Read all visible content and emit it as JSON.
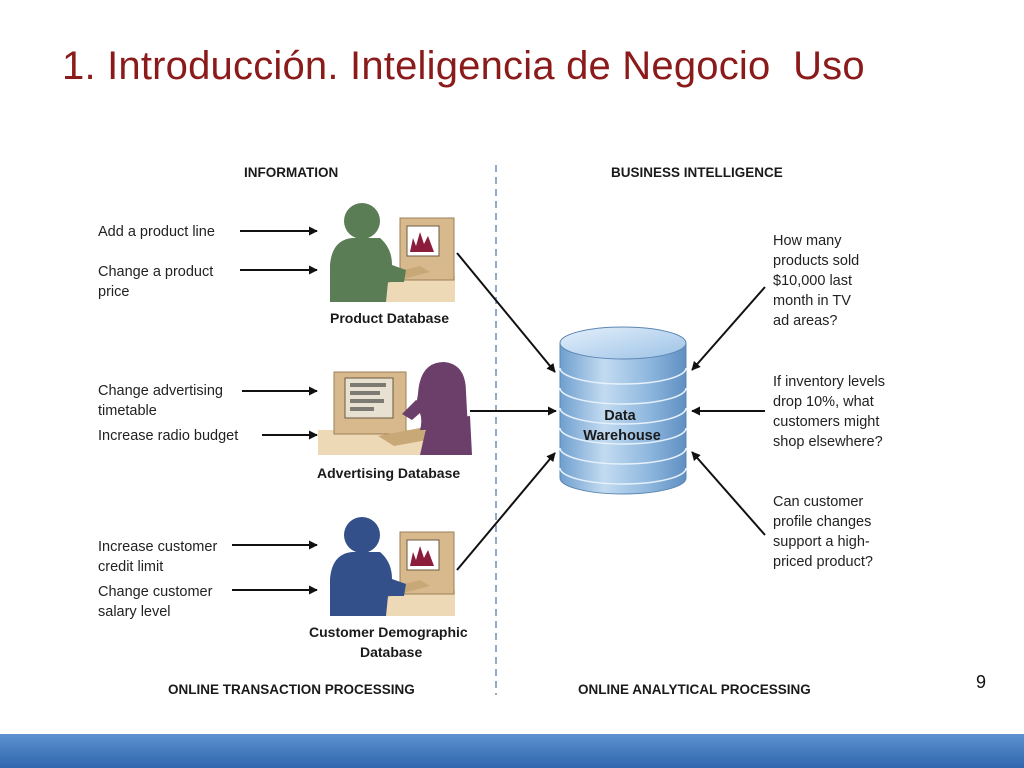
{
  "slide": {
    "title": "1. Introducción. Inteligencia de Negocio  Uso",
    "page_number": "9"
  },
  "diagram": {
    "headers": {
      "left_top": "INFORMATION",
      "right_top": "BUSINESS INTELLIGENCE",
      "left_bottom": "ONLINE TRANSACTION PROCESSING",
      "right_bottom": "ONLINE ANALYTICAL PROCESSING"
    },
    "databases": [
      {
        "name": "Product Database",
        "inputs": [
          [
            "Add a product line"
          ],
          [
            "Change a product",
            "price"
          ]
        ],
        "person_color": "#5a7d55",
        "icon": "person-at-computer-icon"
      },
      {
        "name": "Advertising Database",
        "inputs": [
          [
            "Change advertising",
            "timetable"
          ],
          [
            "Increase radio budget"
          ]
        ],
        "person_color": "#6b3f6a",
        "icon": "person-at-computer-icon"
      },
      {
        "name": [
          "Customer Demographic",
          "Database"
        ],
        "inputs": [
          [
            "Increase customer",
            "credit limit"
          ],
          [
            "Change customer",
            "salary level"
          ]
        ],
        "person_color": "#33508a",
        "icon": "person-at-computer-icon"
      }
    ],
    "warehouse": {
      "label": [
        "Data",
        "Warehouse"
      ],
      "icon": "database-cylinder-icon"
    },
    "questions": [
      [
        "How many",
        "products sold",
        "$10,000 last",
        "month in TV",
        "ad areas?"
      ],
      [
        "If inventory levels",
        "drop 10%, what",
        "customers might",
        "shop elsewhere?"
      ],
      [
        "Can customer",
        "profile changes",
        "support a high-",
        "priced product?"
      ]
    ]
  },
  "colors": {
    "title": "#8b1a1a",
    "divider": "#6a8fb5",
    "cylinder": "#8eb6dc",
    "monitor": "#d8b98e",
    "footer": "#3e76bd"
  }
}
